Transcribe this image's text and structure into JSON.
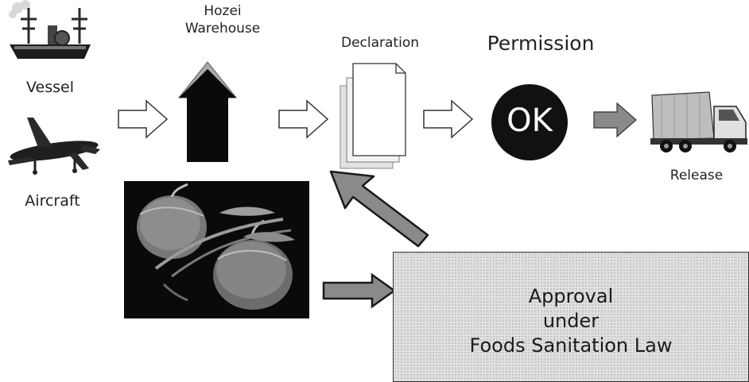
{
  "labels": {
    "vessel": "Vessel",
    "aircraft": "Aircraft",
    "warehouse_line1": "Hozei",
    "warehouse_line2": "Warehouse",
    "declaration": "Declaration",
    "permission": "Permission",
    "ok": "OK",
    "release": "Release"
  },
  "approval": {
    "line1": "Approval",
    "line2": "under",
    "line3": "Foods Sanitation Law"
  },
  "icons": {
    "vessel": "ship-icon",
    "aircraft": "airplane-icon",
    "warehouse": "warehouse-icon",
    "declaration": "document-stack-icon",
    "permission": "ok-circle-icon",
    "release": "truck-icon",
    "food": "apples-icon"
  },
  "colors": {
    "arrow_outline": "#333333",
    "arrow_filled": "#8a8a8a",
    "warehouse_roof": "#a9a9a9",
    "ok_circle": "#111111",
    "food_background": "#0a0a0a",
    "approval_box": "#e6e6e6"
  }
}
